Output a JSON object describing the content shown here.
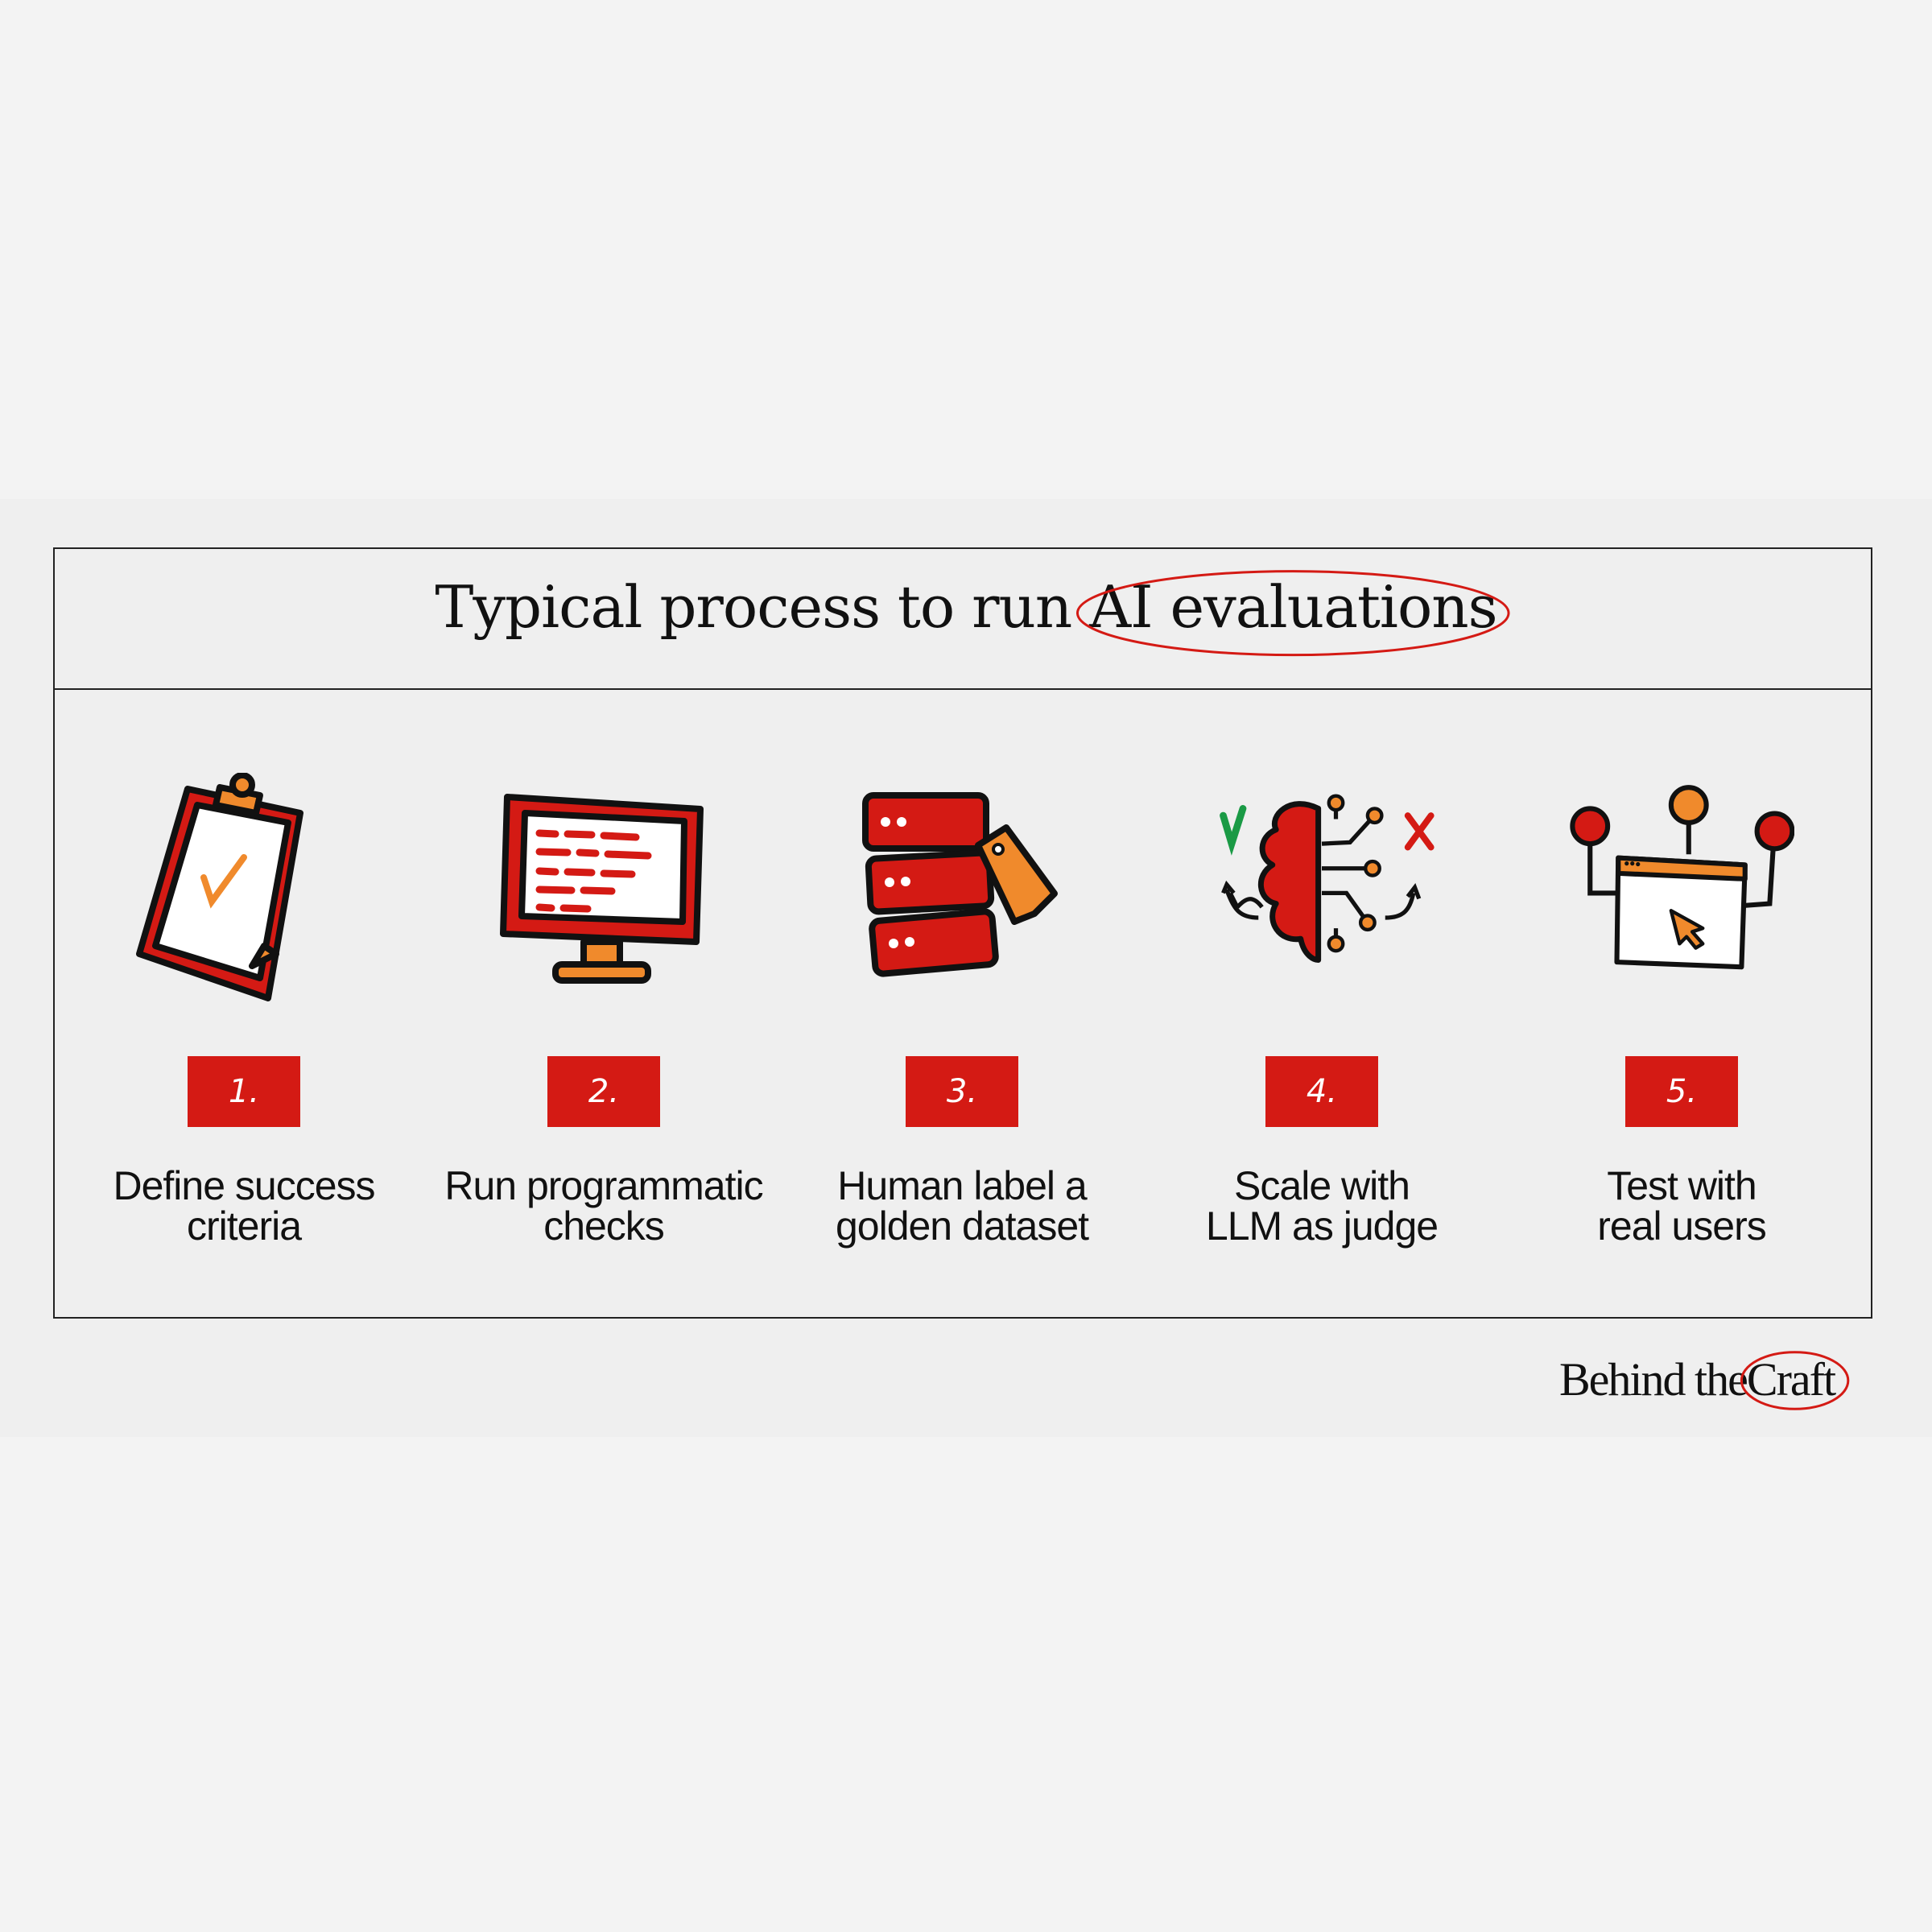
{
  "title": {
    "prefix": "Typical process to run ",
    "highlight": "AI evaluations"
  },
  "steps": [
    {
      "number": "1.",
      "label_line1": "Define success",
      "label_line2": "criteria",
      "icon": "clipboard-check-icon"
    },
    {
      "number": "2.",
      "label_line1": "Run programmatic",
      "label_line2": "checks",
      "icon": "monitor-code-icon"
    },
    {
      "number": "3.",
      "label_line1": "Human label a",
      "label_line2": "golden dataset",
      "icon": "server-tag-icon"
    },
    {
      "number": "4.",
      "label_line1": "Scale with",
      "label_line2": "LLM as judge",
      "icon": "ai-brain-icon"
    },
    {
      "number": "5.",
      "label_line1": "Test with",
      "label_line2": "real users",
      "icon": "users-browser-icon"
    }
  ],
  "logo": {
    "prefix": "Behind the",
    "highlight": "Craft"
  },
  "colors": {
    "red": "#d41a14",
    "orange": "#f08a2c",
    "green": "#1a9a45",
    "ink": "#111111"
  }
}
